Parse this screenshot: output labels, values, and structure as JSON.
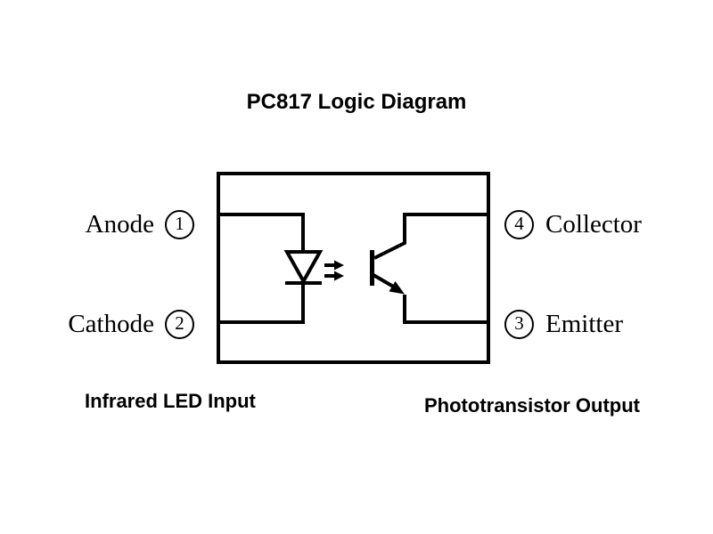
{
  "title": "PC817 Logic Diagram",
  "package": {
    "pins": [
      {
        "number": "1",
        "label": "Anode"
      },
      {
        "number": "2",
        "label": "Cathode"
      },
      {
        "number": "3",
        "label": "Emitter"
      },
      {
        "number": "4",
        "label": "Collector"
      }
    ]
  },
  "captions": {
    "left": "Infrared LED Input",
    "right": "Phototransistor Output"
  },
  "icons": {
    "led": "led-diode-symbol",
    "light": "light-emission-arrows",
    "transistor": "phototransistor-symbol"
  },
  "colors": {
    "line": "#000000",
    "text": "#000000",
    "background": "#ffffff"
  }
}
